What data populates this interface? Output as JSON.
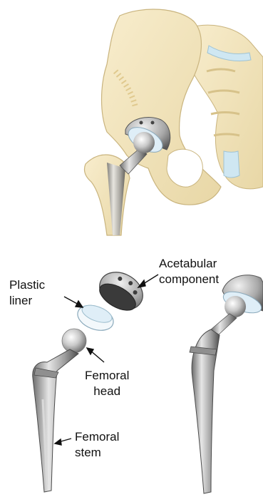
{
  "labels": {
    "acetabular_component": [
      "Acetabular",
      "component"
    ],
    "plastic_liner": [
      "Plastic",
      "liner"
    ],
    "femoral_head": [
      "Femoral",
      "head"
    ],
    "femoral_stem": [
      "Femoral",
      "stem"
    ]
  },
  "colors": {
    "bone": "#f4e6bd",
    "bone_shadow": "#e3cf98",
    "cartilage": "#cfe7f2",
    "metal_light": "#e8e8e8",
    "metal_mid": "#a9a9a9",
    "metal_dark": "#5b5b5b",
    "liner": "#dfeef7",
    "cup_inner": "#3a3a3a"
  }
}
